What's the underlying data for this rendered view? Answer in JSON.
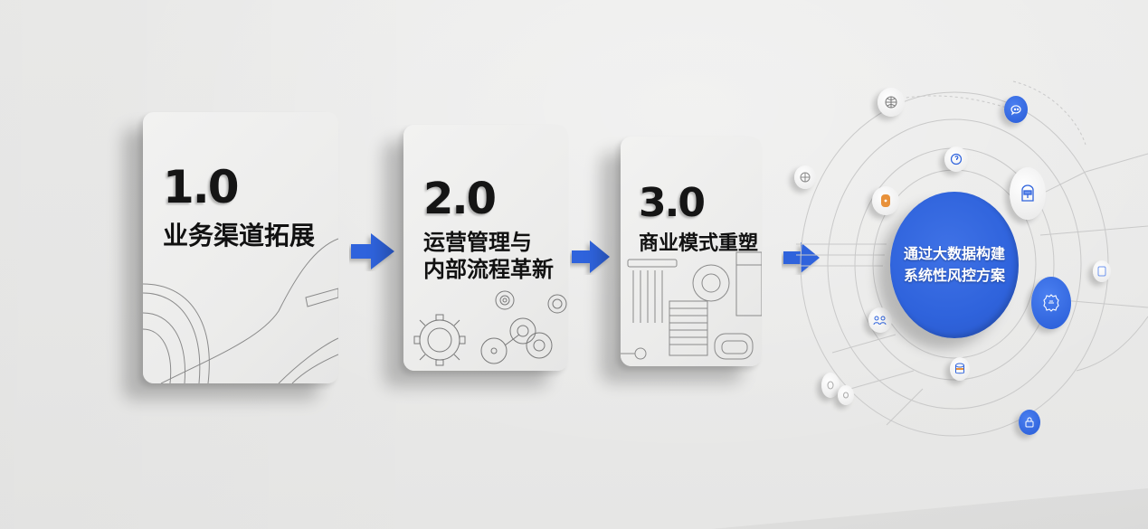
{
  "scene": {
    "description": "Wall-mounted infographic showing business evolution stages leading to a big-data risk-control hub",
    "colors": {
      "wall": "#ebebea",
      "card": "#efefee",
      "text_dark": "#151515",
      "accent_blue": "#2f63dc",
      "node_white": "#f5f5f5",
      "accent_orange": "#e8913a",
      "line_gray": "#c8c8c8"
    }
  },
  "stages": [
    {
      "number": "1.0",
      "title_lines": [
        "业务渠道拓展"
      ],
      "illustration": "curved-road-lines"
    },
    {
      "number": "2.0",
      "title_lines": [
        "运营管理与",
        "内部流程革新"
      ],
      "illustration": "gears"
    },
    {
      "number": "3.0",
      "title_lines": [
        "商业模式重塑"
      ],
      "illustration": "business-dashboard-sketch"
    }
  ],
  "arrows": [
    {
      "icon": "arrow-right-icon",
      "color": "#2f63dc"
    },
    {
      "icon": "arrow-right-icon",
      "color": "#2f63dc"
    },
    {
      "icon": "arrow-right-icon",
      "color": "#2f63dc"
    }
  ],
  "hub": {
    "lines": [
      "通过大数据构建",
      "系统性风控方案"
    ],
    "color": "#2f63dc"
  },
  "nodes": [
    {
      "name": "globe-node",
      "icon": "globe-icon",
      "style": "white"
    },
    {
      "name": "grid-node",
      "icon": "grid-icon",
      "style": "white"
    },
    {
      "name": "chat-node-top",
      "icon": "chat-bubble-icon",
      "style": "blue"
    },
    {
      "name": "info-node",
      "icon": "info-circle-icon",
      "style": "white"
    },
    {
      "name": "server-node",
      "icon": "server-icon",
      "style": "white",
      "icon_color": "#e8913a"
    },
    {
      "name": "mailbox-node",
      "icon": "mailbox-icon",
      "style": "white"
    },
    {
      "name": "settings-node",
      "icon": "gear-badge-icon",
      "style": "blue"
    },
    {
      "name": "tablet-node",
      "icon": "tablet-icon",
      "style": "white"
    },
    {
      "name": "team-node",
      "icon": "team-chart-icon",
      "style": "white"
    },
    {
      "name": "database-node",
      "icon": "database-icon",
      "style": "white"
    },
    {
      "name": "lock-node",
      "icon": "lock-icon",
      "style": "blue"
    },
    {
      "name": "small-node-a",
      "icon": "circle-icon",
      "style": "white"
    },
    {
      "name": "small-node-b",
      "icon": "circle-icon",
      "style": "white"
    }
  ]
}
